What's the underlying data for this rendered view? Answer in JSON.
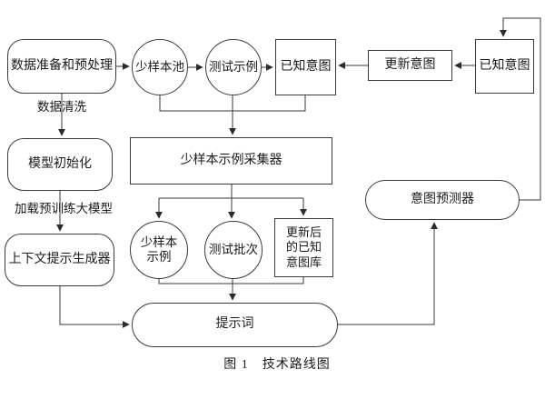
{
  "figure": {
    "caption": "图 1　技术路线图"
  },
  "nodes": {
    "data_prep": "数据准备和预处理",
    "fewshot_pool": "少样本池",
    "test_example": "测试示例",
    "known_intent_mid": "已知意图",
    "update_intent": "更新意图",
    "known_intent_right": "已知意图",
    "model_init": "模型初始化",
    "context_prompt_gen": "上下文提示生成器",
    "collector": "少样本示例采集器",
    "fewshot_example": "少样本\n示例",
    "test_batch": "测试批次",
    "updated_intent_lib": "更新后\n的已知\n意图库",
    "prompt": "提示词",
    "intent_predictor": "意图预测器"
  },
  "edge_labels": {
    "data_cleaning": "数据清洗",
    "load_pretrained": "加载预训练大模型"
  },
  "colors": {
    "line": "#3a3a3a",
    "text": "#1a1a1a",
    "background": "#ffffff"
  }
}
